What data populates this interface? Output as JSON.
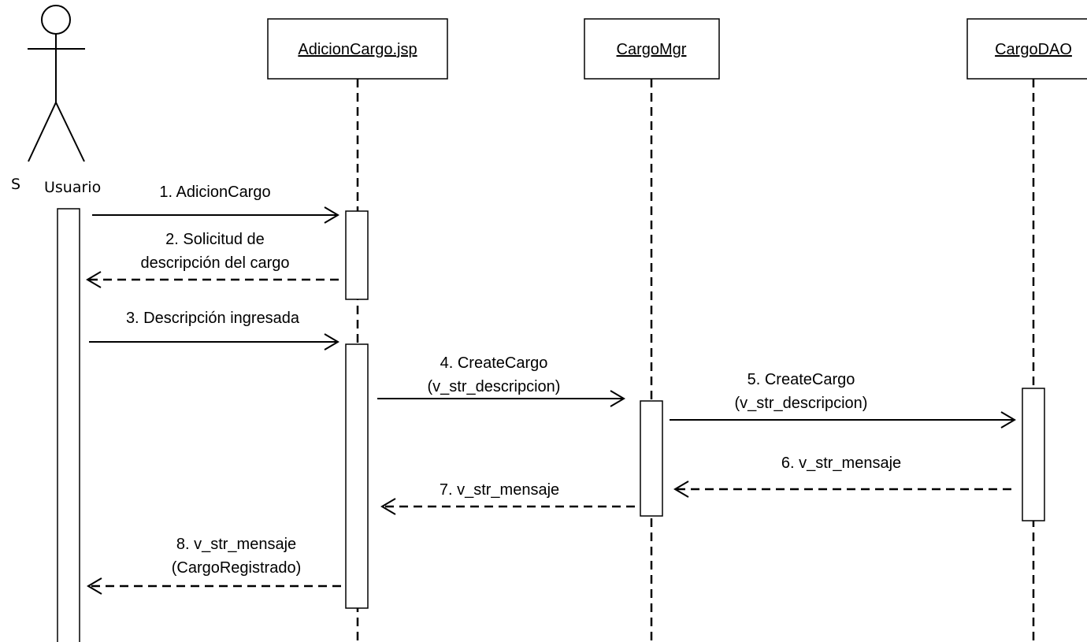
{
  "actor": {
    "label_prefix": "S",
    "label": "Usuario"
  },
  "objects": [
    {
      "name": "AdicionCargo.jsp"
    },
    {
      "name": "CargoMgr"
    },
    {
      "name": "CargoDAO"
    }
  ],
  "messages": [
    {
      "lines": [
        "1. AdicionCargo"
      ],
      "kind": "call"
    },
    {
      "lines": [
        "2. Solicitud de",
        "descripción del cargo"
      ],
      "kind": "return"
    },
    {
      "lines": [
        "3. Descripción ingresada"
      ],
      "kind": "call"
    },
    {
      "lines": [
        "4. CreateCargo",
        "(v_str_descripcion)"
      ],
      "kind": "call"
    },
    {
      "lines": [
        "5. CreateCargo",
        "(v_str_descripcion)"
      ],
      "kind": "call"
    },
    {
      "lines": [
        "6. v_str_mensaje"
      ],
      "kind": "return"
    },
    {
      "lines": [
        "7. v_str_mensaje"
      ],
      "kind": "return"
    },
    {
      "lines": [
        "8. v_str_mensaje",
        "(CargoRegistrado)"
      ],
      "kind": "return"
    }
  ]
}
